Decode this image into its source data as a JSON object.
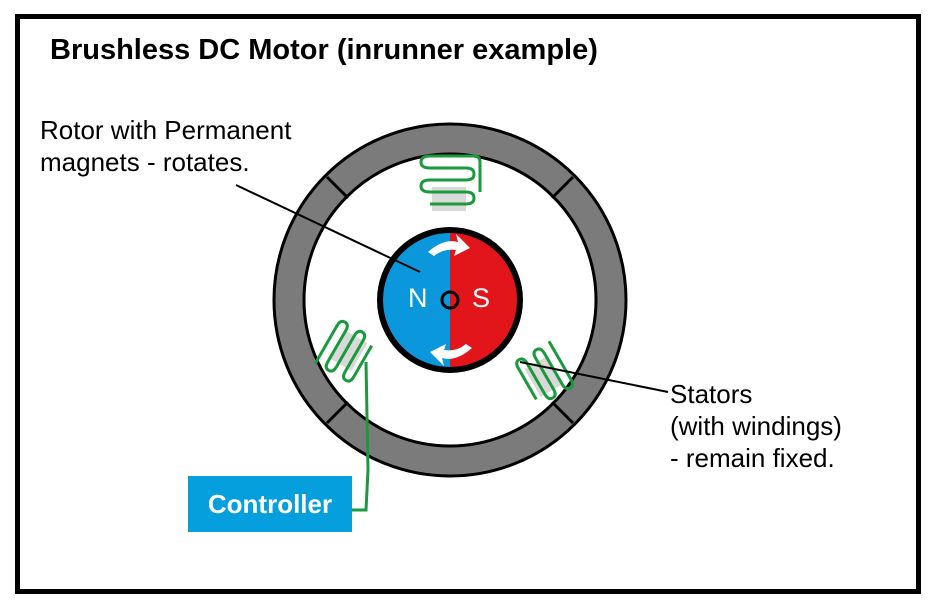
{
  "title": "Brushless DC Motor (inrunner example)",
  "rotor_label": [
    "Rotor with Permanent",
    "magnets - rotates."
  ],
  "stator_label": [
    "Stators",
    "(with windings)",
    "- remain fixed."
  ],
  "controller_label": "Controller",
  "pole_north": "N",
  "pole_south": "S",
  "colors": {
    "north": "#0a97dc",
    "south": "#e2151b",
    "housing": "#7b7b7b",
    "winding": "#1a9a3c",
    "stator_core": "#d9d9d9",
    "controller": "#069fdd"
  }
}
